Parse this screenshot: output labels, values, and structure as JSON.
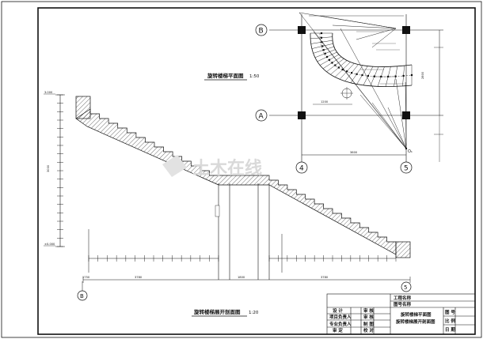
{
  "drawing": {
    "plan_title": "旋转楼梯平面图",
    "plan_scale": "1:50",
    "section_title": "旋转楼梯展开剖面图",
    "section_scale": "1:20",
    "watermark": "土木在线",
    "axes": {
      "B": "B",
      "A": "A",
      "n4": "4",
      "n5": "5",
      "o1": "O₁"
    }
  },
  "title_block": {
    "cells": {
      "r1": "工程名称",
      "r2": "图号名称",
      "c_design": "设 计",
      "c_check": "审 核",
      "c_owner": "项目负责人",
      "c_prof": "专业负责人",
      "c_review": "审 核",
      "c_draw": "制 图",
      "c_approve": "审 定",
      "c_verify": "校 对",
      "drawing_name_1": "旋转楼梯平面图",
      "drawing_name_2": "旋转楼梯展开剖面图",
      "k1": "图 号",
      "k2": "比 例",
      "k3": "日 期"
    }
  },
  "colors": {
    "line": "#111111",
    "hatch": "#333333",
    "watermark": "#d9d9d9"
  }
}
